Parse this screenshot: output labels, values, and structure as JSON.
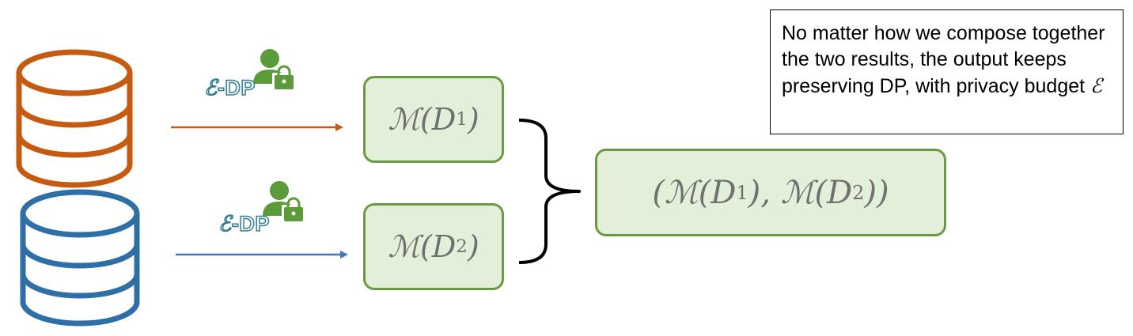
{
  "databases": [
    {
      "name": "database-1",
      "color": "#c55a11"
    },
    {
      "name": "database-2",
      "color": "#2e6fa8"
    }
  ],
  "arrows": [
    {
      "name": "arrow-1",
      "color": "#c55a11"
    },
    {
      "name": "arrow-2",
      "color": "#4472c4"
    }
  ],
  "privacy_labels": [
    {
      "eps": "ℰ",
      "text": "-DP"
    },
    {
      "eps": "ℰ",
      "text": "-DP"
    }
  ],
  "mechanism_boxes": {
    "m1": {
      "prefix": "ℳ(D",
      "sub": "1",
      "suffix": ")"
    },
    "m2": {
      "prefix": "ℳ(D",
      "sub": "2",
      "suffix": ")"
    },
    "combined": {
      "p1": "(ℳ(D",
      "sub1": "1",
      "p2": "), ℳ(D",
      "sub2": "2",
      "p3": "))"
    }
  },
  "note": {
    "text": "No matter how we compose together the two results, the output keeps preserving DP, with privacy budget ",
    "eps": "ℰ"
  },
  "colors": {
    "box_fill": "#e2efd9",
    "box_border": "#6a9a43",
    "icon_green": "#5b9b3a",
    "label_outline": "#2e7f94"
  }
}
